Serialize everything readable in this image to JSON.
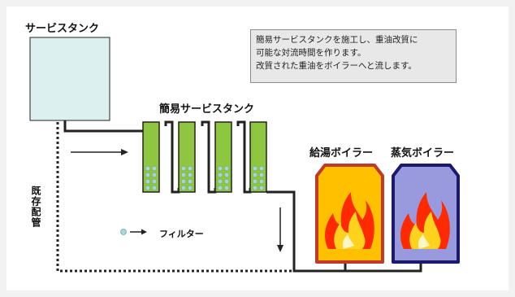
{
  "labels": {
    "service_tank": "サービスタンク",
    "simple_service_tank": "簡易サービスタンク",
    "hot_water_boiler": "給湯ボイラー",
    "steam_boiler": "蒸気ボイラー",
    "existing_piping": "既存配管",
    "filter": "フィルター"
  },
  "note": {
    "lines": [
      "簡易サービスタンクを施工し、重油改質に",
      "可能な対流時間を作ります。",
      "改質された重油をボイラーへと流します。"
    ]
  },
  "colors": {
    "service_tank_fill": "#dcf0ef",
    "column_fill": "#8ec63f",
    "filter_dot": "#a9d4d8",
    "pipe": "#222222",
    "boiler_hot_water_fill": "#ffc000",
    "boiler_steam_fill": "#9999dd",
    "boiler_hot_water_border": "#c0392b",
    "boiler_steam_border": "#1a1a6e",
    "flame_outer": "#ff2a00",
    "flame_inner": "#ffd21e"
  },
  "icons": [
    "arrow-right-icon",
    "arrow-down-icon",
    "flame-icon",
    "filter-dot-icon"
  ]
}
